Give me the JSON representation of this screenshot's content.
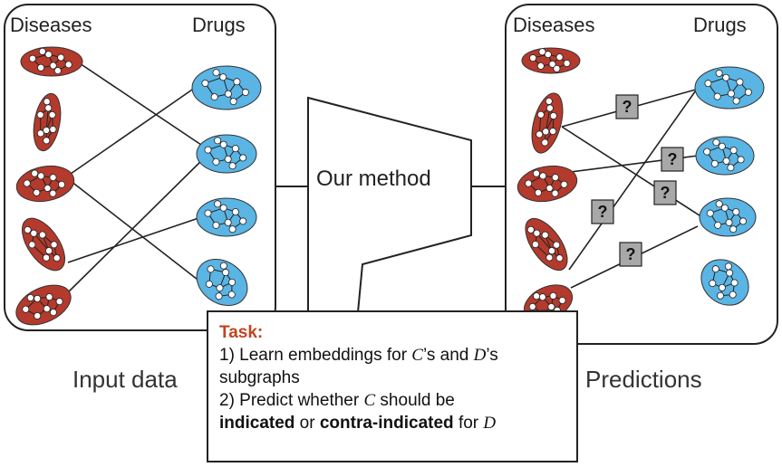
{
  "input_panel": {
    "diseases_label": "Diseases",
    "drugs_label": "Drugs",
    "caption": "Input data"
  },
  "prediction_panel": {
    "diseases_label": "Diseases",
    "drugs_label": "Drugs",
    "caption": "Predictions"
  },
  "method": {
    "label": "Our method"
  },
  "question_mark": "?",
  "task": {
    "title": "Task:",
    "step1_prefix": "1) Learn embeddings for ",
    "var_c": "C",
    "step1_mid": "’s and ",
    "var_d": "D",
    "step1_suffix": "’s",
    "step1_line2": "subgraphs",
    "step2_prefix": "2) Predict whether ",
    "step2_mid": " should be",
    "indicated": "indicated",
    "or": " or ",
    "contra_indicated": "contra-indicated",
    "for": " for "
  },
  "colors": {
    "disease": "#b33a2c",
    "drug": "#5ab4e4",
    "task_title": "#c0451f",
    "node": "#ffffff",
    "qbox": "#a8a8a8"
  }
}
